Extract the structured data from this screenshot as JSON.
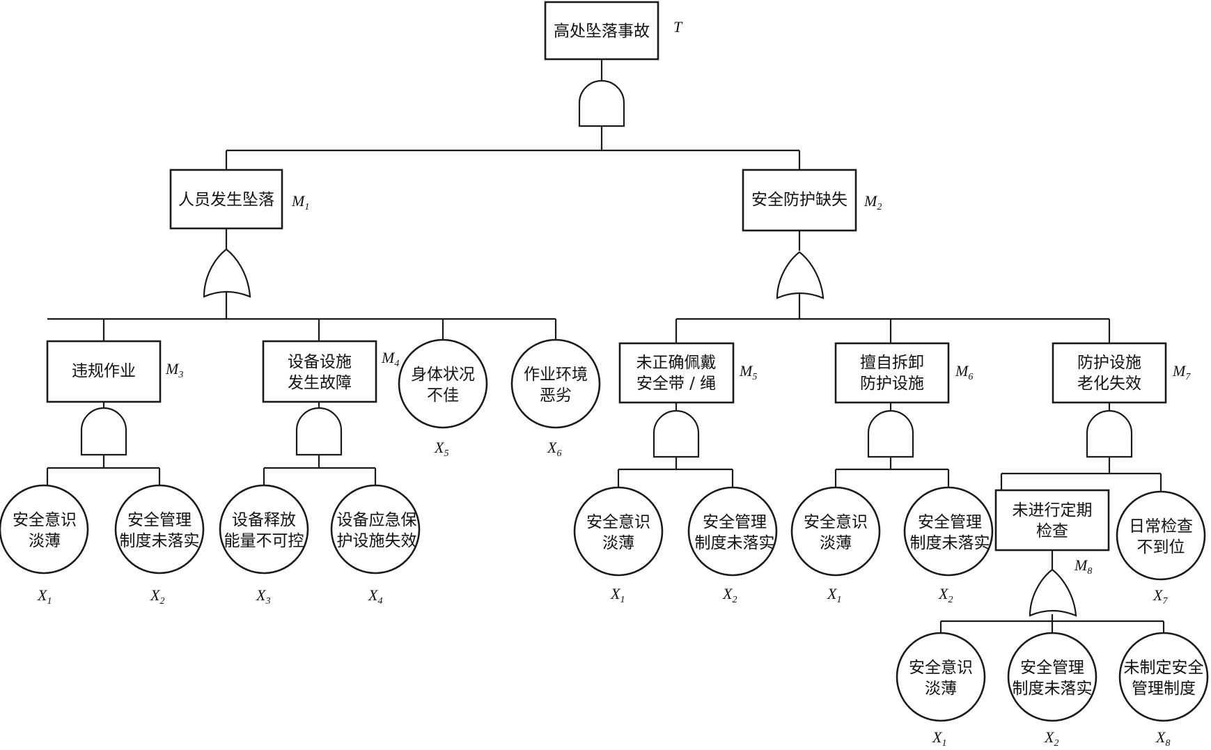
{
  "top": {
    "text": "高处坠落事故",
    "code": "T"
  },
  "m1": {
    "text": "人员发生坠落",
    "code": "M",
    "sub": "1"
  },
  "m2": {
    "text": "安全防护缺失",
    "code": "M",
    "sub": "2"
  },
  "m3": {
    "text": "违规作业",
    "code": "M",
    "sub": "3"
  },
  "m4": {
    "line1": "设备设施",
    "line2": "发生故障",
    "code": "M",
    "sub": "4"
  },
  "m5": {
    "line1": "未正确佩戴",
    "line2": "安全带 / 绳",
    "code": "M",
    "sub": "5"
  },
  "m6": {
    "line1": "擅自拆卸",
    "line2": "防护设施",
    "code": "M",
    "sub": "6"
  },
  "m7": {
    "line1": "防护设施",
    "line2": "老化失效",
    "code": "M",
    "sub": "7"
  },
  "m8": {
    "line1": "未进行定期",
    "line2": "检查",
    "code": "M",
    "sub": "8"
  },
  "events": {
    "x1": {
      "line1": "安全意识",
      "line2": "淡薄",
      "code": "X",
      "sub": "1"
    },
    "x2": {
      "line1": "安全管理",
      "line2": "制度未落实",
      "code": "X",
      "sub": "2"
    },
    "x3": {
      "line1": "设备释放",
      "line2": "能量不可控",
      "code": "X",
      "sub": "3"
    },
    "x4": {
      "line1": "设备应急保",
      "line2": "护设施失效",
      "code": "X",
      "sub": "4"
    },
    "x5": {
      "line1": "身体状况",
      "line2": "不佳",
      "code": "X",
      "sub": "5"
    },
    "x6": {
      "line1": "作业环境",
      "line2": "恶劣",
      "code": "X",
      "sub": "6"
    },
    "x7": {
      "line1": "日常检查",
      "line2": "不到位",
      "code": "X",
      "sub": "7"
    },
    "x8": {
      "line1": "未制定安全",
      "line2": "管理制度",
      "code": "X",
      "sub": "8"
    }
  }
}
